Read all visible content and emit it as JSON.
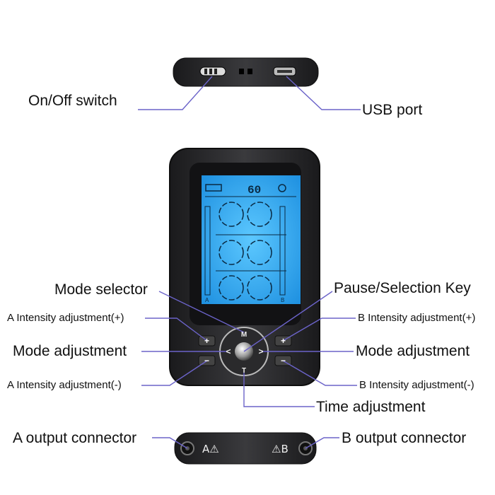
{
  "labels": {
    "on_off_switch": "On/Off switch",
    "usb_port": "USB port",
    "mode_selector": "Mode selector",
    "pause_selection_key": "Pause/Selection Key",
    "a_intensity_plus": "A Intensity adjustment(+)",
    "b_intensity_plus": "B Intensity adjustment(+)",
    "mode_adjustment_left": "Mode adjustment",
    "mode_adjustment_right": "Mode adjustment",
    "a_intensity_minus": "A Intensity adjustment(-)",
    "b_intensity_minus": "B Intensity adjustment(-)",
    "time_adjustment": "Time adjustment",
    "a_output_connector": "A output connector",
    "b_output_connector": "B output connector"
  },
  "device": {
    "timer_display": "60",
    "button_m": "M",
    "button_t": "T",
    "button_left": "<",
    "button_right": ">",
    "button_plus": "+",
    "button_minus": "−",
    "channel_a": "A",
    "channel_b": "B",
    "connector_a_label": "A⚠",
    "connector_b_label": "⚠B"
  },
  "colors": {
    "leader_line": "#6b63c9",
    "screen": "#2aa8f0",
    "body": "#2b2b2d"
  }
}
